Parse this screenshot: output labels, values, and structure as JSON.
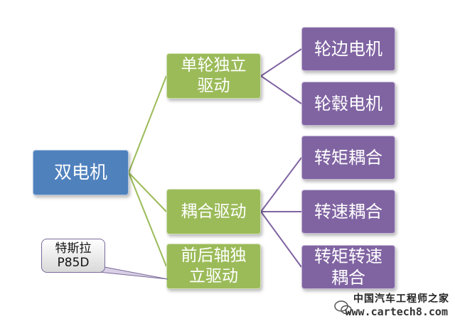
{
  "colors": {
    "root": "#4f81bd",
    "middle": "#9bbb59",
    "leaf": "#8064a2",
    "connector": "#9bbb59",
    "leaf_connector": "#8064a2"
  },
  "root": {
    "label": "双电机"
  },
  "branches": [
    {
      "label": "单轮独立\n驱动",
      "children": [
        {
          "label": "轮边电机"
        },
        {
          "label": "轮毂电机"
        }
      ]
    },
    {
      "label": "耦合驱动",
      "children": [
        {
          "label": "转矩耦合"
        },
        {
          "label": "转速耦合"
        },
        {
          "label": "转矩转速\n耦合"
        }
      ]
    },
    {
      "label": "前后轴独\n立驱动",
      "children": []
    }
  ],
  "callout": {
    "line1": "特斯拉",
    "line2": "P85D"
  },
  "watermark": {
    "line1": "中国汽车工程师之家",
    "line2": "www.cartech8.com"
  }
}
